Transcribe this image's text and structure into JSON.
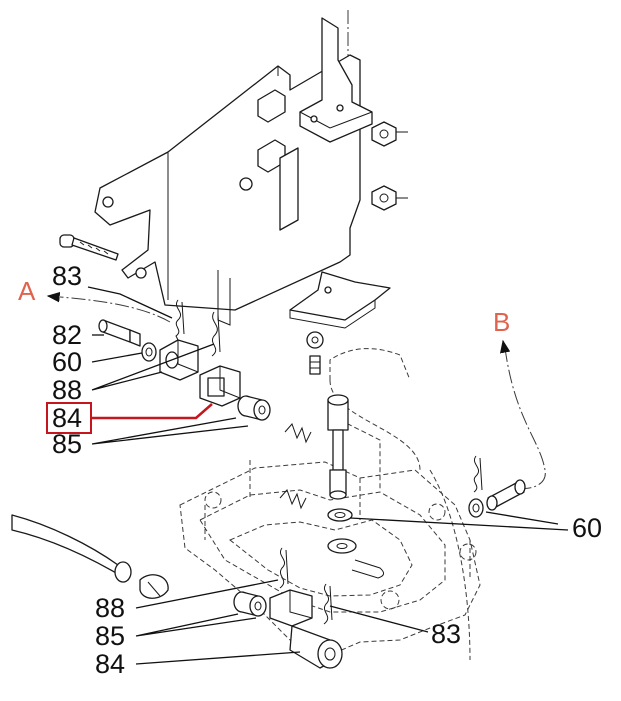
{
  "colors": {
    "highlight": "#c4161c",
    "reference_letter": "#e0644d",
    "line": "#1a1a1a"
  },
  "references": {
    "a": "A",
    "b": "B"
  },
  "callouts": {
    "c83_top": "83",
    "c82": "82",
    "c60_left": "60",
    "c88_top": "88",
    "c84_top": "84",
    "c85_top": "85",
    "c60_right": "60",
    "c88_bottom": "88",
    "c85_bottom": "85",
    "c84_bottom": "84",
    "c83_bottom": "83"
  },
  "highlighted_part": "84"
}
